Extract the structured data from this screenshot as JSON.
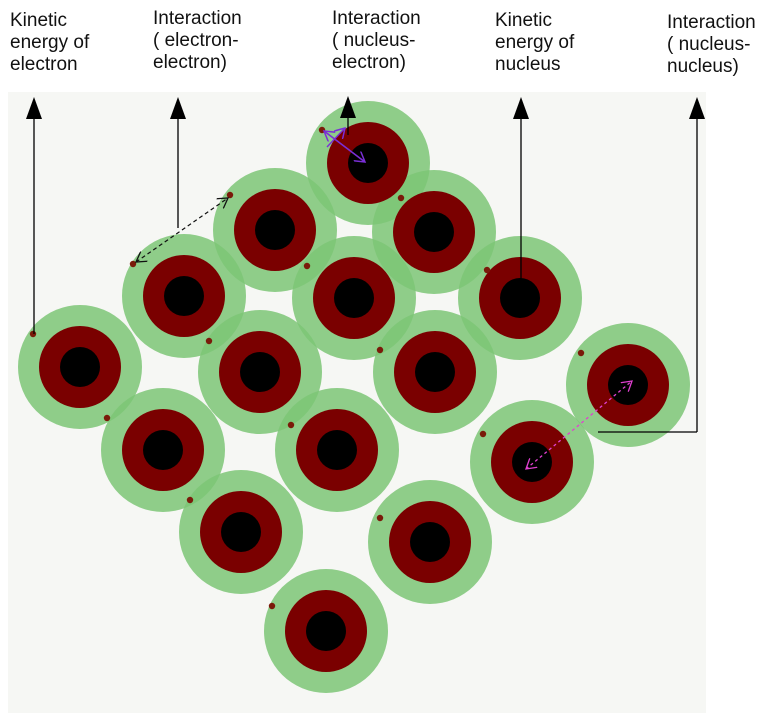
{
  "labels": {
    "ke_electron": "Kinetic\nenergy of\nelectron",
    "int_ee": "Interaction\n( electron-\nelectron)",
    "int_ne": "Interaction\n( nucleus-\nelectron)",
    "ke_nucleus": "Kinetic\nenergy of\nnucleus",
    "int_nn": "Interaction\n( nucleus-\nnucleus)"
  },
  "colors": {
    "electron_cloud": "#7cc576",
    "nucleus_ring": "#7a0000",
    "nucleus_core": "#000000",
    "electron_dot": "#7a1a0a",
    "leader_line": "#000000",
    "ee_arrow": "#111111",
    "ne_arrow": "#7a2fd6",
    "nn_arrow": "#e040d0",
    "background_panel": "#f6f7f4"
  },
  "atom_count": 16
}
